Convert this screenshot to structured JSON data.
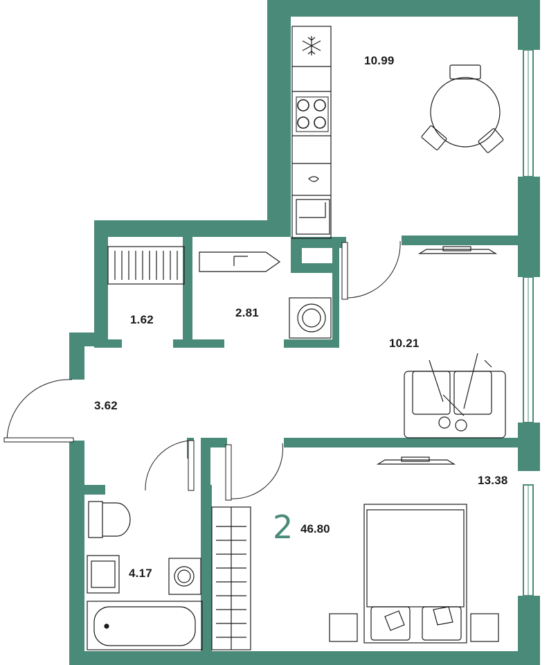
{
  "colors": {
    "wall": "#4a8a78",
    "line": "#1a1a1a",
    "background": "#ffffff"
  },
  "rooms": {
    "kitchen_area": "10.99",
    "living_area": "10.21",
    "bedroom_area": "13.38",
    "hall_area": "3.62",
    "closet_area": "1.62",
    "laundry_area": "2.81",
    "bathroom_area": "4.17"
  },
  "summary": {
    "rooms_count": "2",
    "total_area": "46.80"
  },
  "icons": [
    "snowflake-icon",
    "stove-icon",
    "sink-icon",
    "washer-icon",
    "radiator-icon",
    "sofa-icon",
    "bed-icon",
    "table-icon",
    "toilet-icon",
    "bathtub-icon",
    "tv-icon"
  ]
}
